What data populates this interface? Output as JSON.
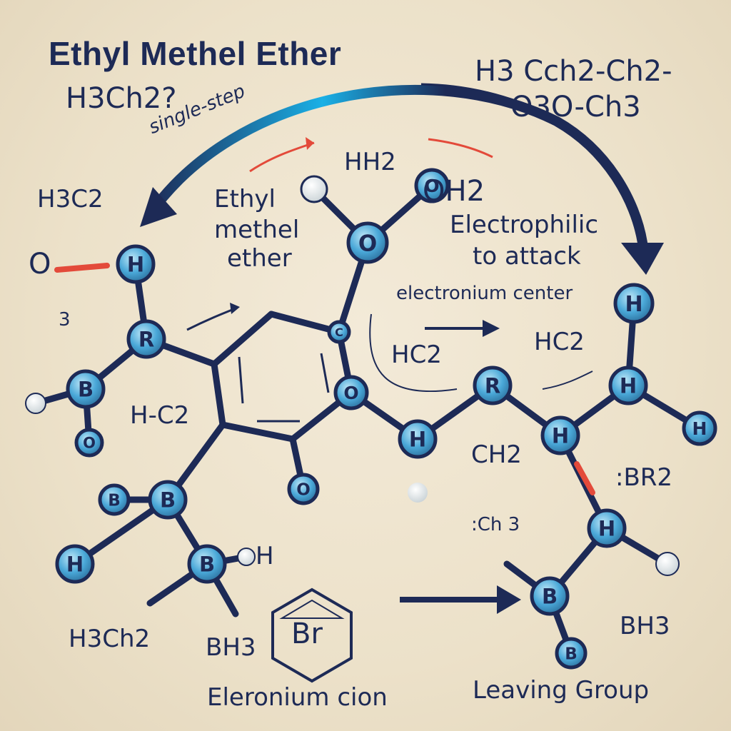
{
  "title": "Ethyl Methel Ether",
  "colors": {
    "ink": "#1d2a56",
    "atom_fill": "#4aa8d8",
    "bond": "#1d2a56",
    "arrow_blue": "#1ab0e6",
    "accent_red": "#e34a3a"
  },
  "labels": {
    "top_left_formula": "H3Ch2?",
    "top_right_formula_line1": "H3 Cch2-Ch2-",
    "top_right_formula_line2": "O3O-Ch3",
    "single_step": "single-step",
    "h3c2_left": "H3C2",
    "o_left": "O",
    "three_left": "3",
    "hh2_top": "HH2",
    "oh2_top": "OH2",
    "ethyl_l1": "Ethyl",
    "ethyl_l2": "methel",
    "ethyl_l3": "ether",
    "electro_l1": "Electrophilic",
    "electro_l2": "to attack",
    "electronium_center": "electronium center",
    "hc2_mid": "HC2",
    "hc2_right": "HC2",
    "hc2_left": "H-C2",
    "ch2_mid": "CH2",
    "br2": ":BR2",
    "ch3": ":Ch 3",
    "h_right": "H",
    "h3ch2_bottom": "H3Ch2",
    "bh3_bottom": "BH3",
    "bh3_right": "BH3",
    "br_box": "Br",
    "electronium_ion": "Eleronium cion",
    "leaving_group": "Leaving Group"
  },
  "atoms": [
    "H",
    "R",
    "B",
    "O",
    "B",
    "B",
    "H",
    "B",
    "O",
    "O",
    "H",
    "O",
    "H",
    "R",
    "H",
    "H",
    "H",
    "H",
    "B",
    "B",
    "O",
    "C"
  ]
}
